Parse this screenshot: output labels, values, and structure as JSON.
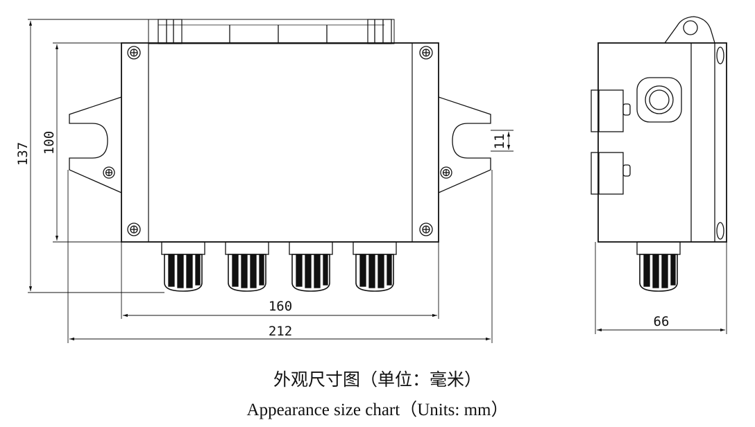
{
  "drawing": {
    "dimensions": {
      "overall_height": "137",
      "body_height": "100",
      "slot_width": "11",
      "hole_spacing": "160",
      "overall_width": "212",
      "depth": "66"
    },
    "caption": {
      "chinese": "外观尺寸图（单位：毫米）",
      "english": "Appearance size chart（Units: mm）"
    }
  }
}
